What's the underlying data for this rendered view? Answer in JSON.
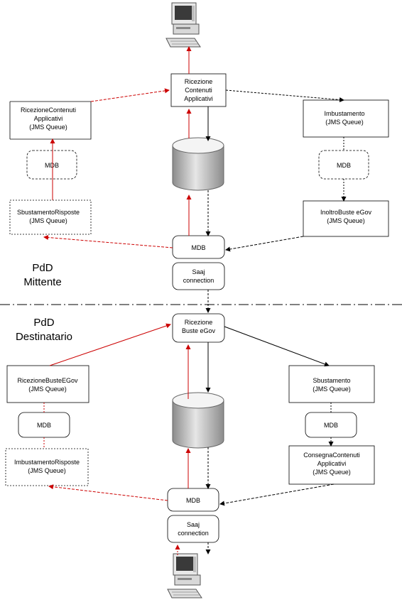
{
  "labels": {
    "mittente_line1": "PdD",
    "mittente_line2": "Mittente",
    "destinatario_line1": "PdD",
    "destinatario_line2": "Destinatario"
  },
  "top": {
    "ricezione_contenuti": [
      "Ricezione",
      "Contenuti",
      "Applicativi"
    ],
    "ricezione_contenuti_queue": [
      "RicezioneContenuti",
      "Applicativi",
      "(JMS Queue)"
    ],
    "imbustamento_queue": [
      "Imbustamento",
      "(JMS Queue)"
    ],
    "sbustamento_risposte_queue": [
      "SbustamentoRisposte",
      "(JMS Queue)"
    ],
    "inoltro_buste_queue": [
      "InoltroBuste eGov",
      "(JMS Queue)"
    ],
    "mdb_left": "MDB",
    "mdb_right": "MDB",
    "mdb_center": "MDB",
    "saaj": [
      "Saaj",
      "connection"
    ]
  },
  "bottom": {
    "ricezione_buste": [
      "Ricezione",
      "Buste eGov"
    ],
    "ricezione_buste_queue": [
      "RicezioneBusteEGov",
      "(JMS Queue)"
    ],
    "sbustamento_queue": [
      "Sbustamento",
      "(JMS Queue)"
    ],
    "imbustamento_risposte_queue": [
      "ImbustamentoRisposte",
      "(JMS Queue)"
    ],
    "consegna_contenuti_queue": [
      "ConsegnaContenuti",
      "Applicativi",
      "(JMS Queue)"
    ],
    "mdb_left": "MDB",
    "mdb_right": "MDB",
    "mdb_center": "MDB",
    "saaj": [
      "Saaj",
      "connection"
    ]
  },
  "colors": {
    "request_flow": "#cc0000",
    "response_flow": "#000000",
    "database": "#b8b8b8"
  },
  "icons": [
    "computer-icon",
    "database-icon"
  ]
}
